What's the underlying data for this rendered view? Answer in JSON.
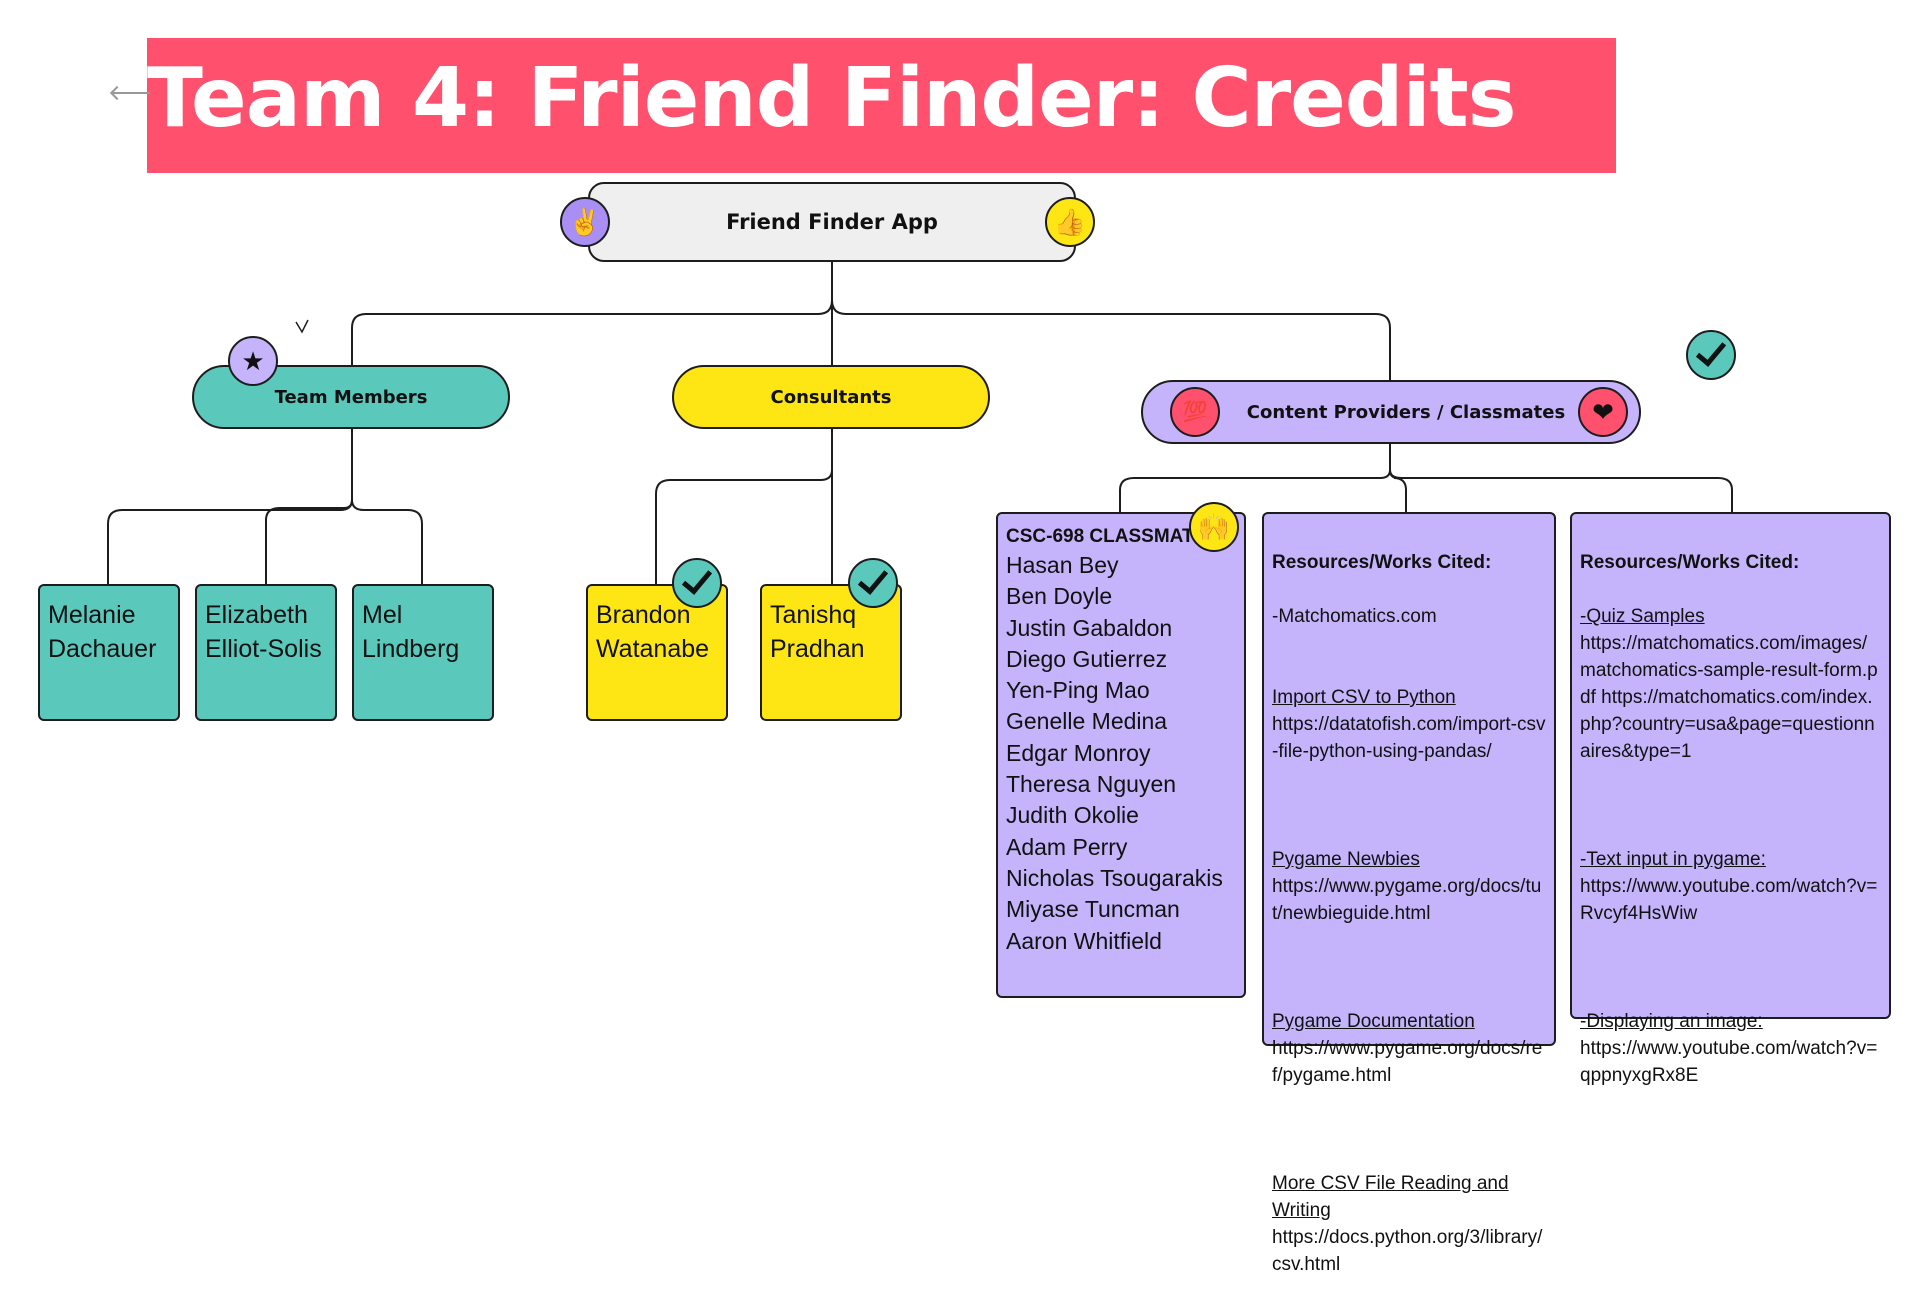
{
  "title": "Team 4: Friend Finder: Credits",
  "root": {
    "label": "Friend Finder App"
  },
  "branches": {
    "team": {
      "label": "Team Members",
      "members": [
        "Melanie Dachauer",
        "Elizabeth Elliot-Solis",
        "Mel Lindberg"
      ]
    },
    "consultants": {
      "label": "Consultants",
      "members": [
        "Brandon Watanabe",
        "Tanishq Pradhan"
      ]
    },
    "content": {
      "label": "Content Providers / Classmates"
    }
  },
  "classmates": {
    "heading": "CSC-698 CLASSMATES:",
    "names": [
      "Hasan Bey",
      "Ben Doyle",
      "Justin Gabaldon",
      "Diego Gutierrez",
      "Yen-Ping Mao",
      "Genelle Medina",
      "Edgar Monroy",
      "Theresa Nguyen",
      "Judith Okolie",
      "Adam Perry",
      "Nicholas Tsougarakis",
      "Miyase Tuncman",
      "Aaron Whitfield"
    ]
  },
  "resources_1": {
    "heading": "Resources/Works Cited:",
    "intro": "-Matchomatics.com",
    "items": [
      {
        "title": "Import CSV to Python",
        "url": "https://datatofish.com/import-csv-file-python-using-pandas/"
      },
      {
        "title": "Pygame Newbies",
        "url": "https://www.pygame.org/docs/tut/newbieguide.html"
      },
      {
        "title": "Pygame Documentation",
        "url": "https://www.pygame.org/docs/ref/pygame.html"
      },
      {
        "title": "More CSV File Reading and Writing",
        "url": "https://docs.python.org/3/library/csv.html"
      }
    ]
  },
  "resources_2": {
    "heading": "Resources/Works Cited:",
    "items": [
      {
        "title": "-Quiz Samples",
        "url": "https://matchomatics.com/images/matchomatics-sample-result-form.pdf https://matchomatics.com/index.php?country=usa&page=questionnaires&type=1"
      },
      {
        "title": "-Text input in pygame:",
        "url": "https://www.youtube.com/watch?v=Rvcyf4HsWiw"
      },
      {
        "title": "-Displaying an image:",
        "url": "https://www.youtube.com/watch?v=qppnyxgRx8E"
      }
    ]
  },
  "icons": {
    "root_left": "victory-hand-icon",
    "root_right": "thumbs-up-icon",
    "team": "star-icon",
    "content_left": "hundred-points-icon",
    "content_right": "heart-icon",
    "classmates": "raised-hands-icon",
    "checks": "check-mark-icon"
  },
  "colors": {
    "title_bg": "#ff506e",
    "teal": "#5bc8bc",
    "yellow": "#fde614",
    "lavender": "#c5b4fb",
    "root_bg": "#efefef"
  }
}
